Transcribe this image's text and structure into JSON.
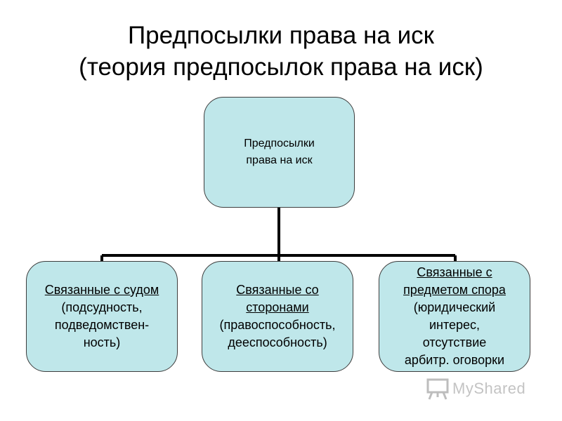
{
  "title": {
    "line1": "Предпосылки права на иск",
    "line2": "(теория предпосылок права на иск)"
  },
  "diagram": {
    "root": {
      "lines": [
        "Предпосылки",
        "права на иск"
      ]
    },
    "children": [
      {
        "heading": [
          "Связанные с судом"
        ],
        "details": [
          "(подсудность,",
          "подведомствен-",
          "ность)"
        ]
      },
      {
        "heading": [
          "Связанные со",
          "сторонами"
        ],
        "details": [
          "(правоспособность,",
          "дееспособность)"
        ]
      },
      {
        "heading": [
          "Связанные с",
          "предметом спора"
        ],
        "details": [
          "(юридический",
          "интерес,",
          "отсутствие",
          "арбитр. оговорки"
        ]
      }
    ]
  },
  "watermark": {
    "text": "MyShared",
    "icon": "presentation-board-icon"
  },
  "colors": {
    "box_fill": "#bfe7ea",
    "box_border": "#3d3d3d",
    "connector": "#000000",
    "background": "#ffffff"
  }
}
